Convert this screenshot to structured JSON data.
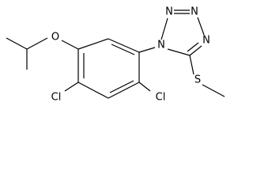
{
  "molecule": {
    "atoms": {
      "oxygen": "O",
      "nitrogen_n1": "N",
      "nitrogen_n2": "N",
      "nitrogen_n3": "N",
      "nitrogen_n4": "N",
      "sulfur": "S",
      "chlorine_left": "Cl",
      "chlorine_right": "Cl"
    }
  }
}
